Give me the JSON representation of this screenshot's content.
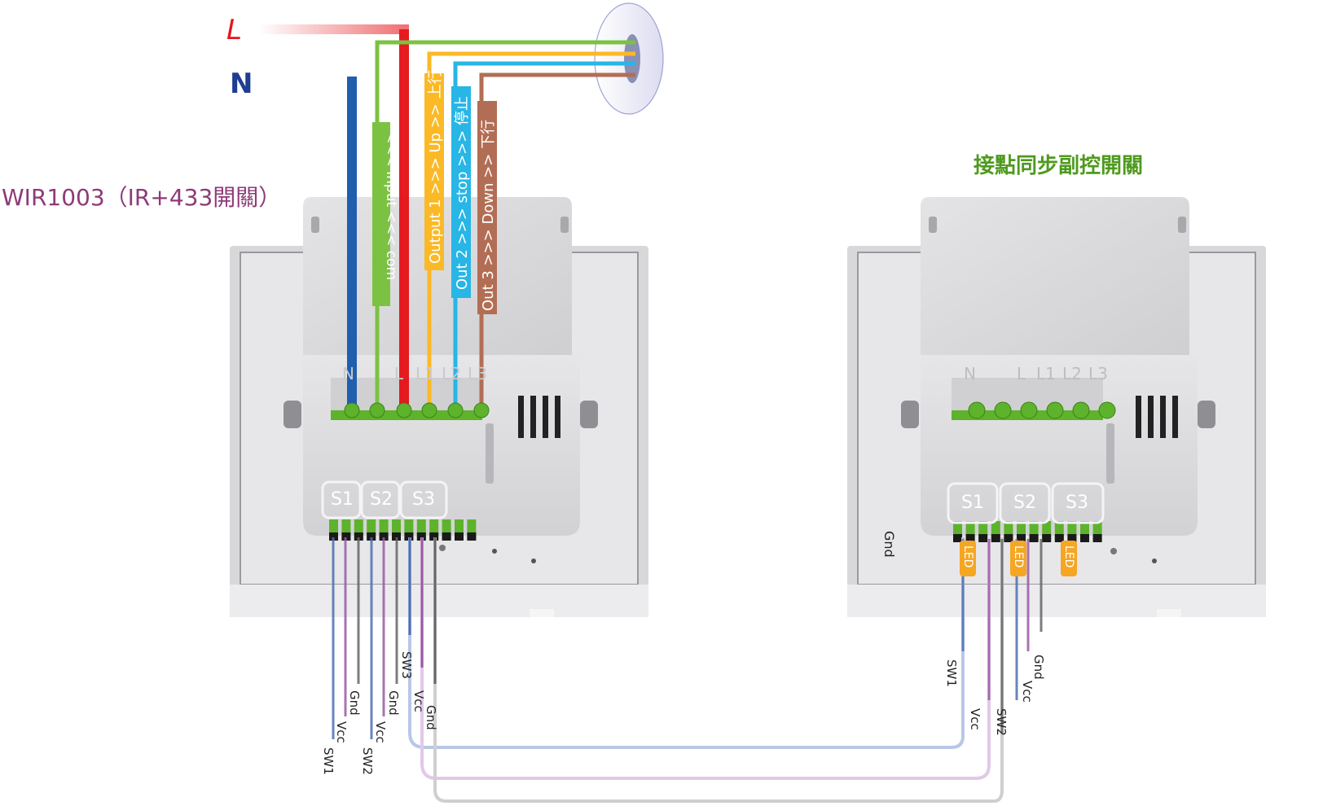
{
  "main_title": "WIR1003（IR+433開關）",
  "sub_title": "接點同步副控開關",
  "power": {
    "live": "L",
    "neutral": "N"
  },
  "colors": {
    "live": "#e4161b",
    "neutral": "#1f5fae",
    "com": "#7cc242",
    "output1": "#fbb926",
    "output2": "#27b6e6",
    "output3": "#b26e54",
    "title_magenta": "#8e3a78",
    "title_green": "#4f9a1e",
    "sig_blue": "#4f6fb1",
    "sig_purple": "#9a5aa5",
    "sig_gray": "#666666",
    "led_orange": "#f5a623"
  },
  "wire_labels": {
    "com": "<<< Input <<< com",
    "output1": "Output 1 >>> Up >> 上行",
    "output2": "Out 2 >>> stop >>> 停止",
    "output3": "Out 3 >>> Down >> 下行"
  },
  "terminals_top": [
    "N",
    "L",
    "L1",
    "L2",
    "L3"
  ],
  "sensor_groups": [
    "S1",
    "S2",
    "S3"
  ],
  "led_label": "LED",
  "left_pins": [
    "SW1",
    "Vcc",
    "Gnd",
    "Vcc",
    "SW2",
    "Gnd",
    "SW3",
    "Vcc",
    "Gnd"
  ],
  "right_pins": [
    "SW1",
    "Vcc",
    "SW2",
    "Vcc",
    "Gnd"
  ],
  "right_gnd": "Gnd"
}
